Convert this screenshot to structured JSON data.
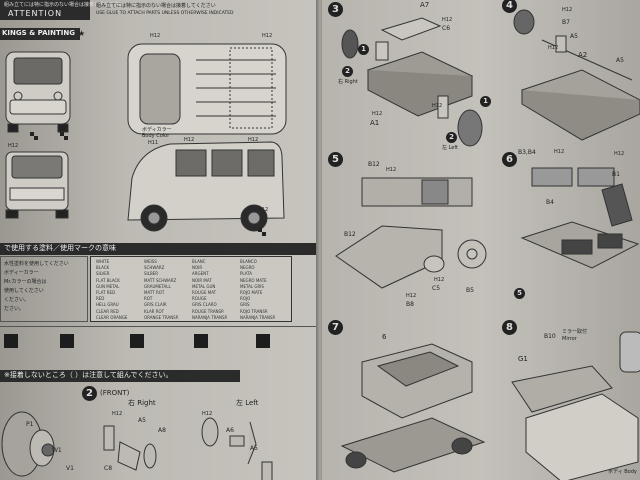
{
  "left_page": {
    "header": {
      "jp": "組み立てには特に指示のない場合は接着してください",
      "attention": "ATTENTION",
      "sub": "USE GLUE TO ATTACH PARTS UNLESS OTHERWISE INDICATED"
    },
    "marking_title": "KINGS & PAINTING",
    "body_color_label": "ボディカラー",
    "body_color_en": "Body Color",
    "body_color_code": "H11",
    "paint_codes": [
      "H12",
      "H12",
      "H12",
      "H12",
      "H12",
      "H12"
    ],
    "table_title": "で使用する塗料／使用マークの意味",
    "table_rows": [
      [
        "WHITE",
        "WEISS",
        "BLANC",
        "BLANCO"
      ],
      [
        "BLACK",
        "SCHWARZ",
        "NOIR",
        "NEGRO"
      ],
      [
        "SILVER",
        "SILBER",
        "ARGENT",
        "PLATA"
      ],
      [
        "FLAT BLACK",
        "MATT SCHWARZ",
        "NOIR MAT",
        "NEGRO MATE"
      ],
      [
        "GUN METAL",
        "GRAUMETALL",
        "METAL GUN",
        "METAL GRIS"
      ],
      [
        "FLAT RED",
        "MATT ROT",
        "ROUGE MAT",
        "ROJO MATE"
      ],
      [
        "RED",
        "ROT",
        "ROUGE",
        "ROJO"
      ],
      [
        "HELL GRAU",
        "GRIS CLAIR",
        "GRIS CLARO",
        "GRIS"
      ],
      [
        "CLEAR RED",
        "KLAR ROT",
        "ROUGE TRANSP.",
        "ROJO TRANSP."
      ],
      [
        "CLEAR ORANGE",
        "ORANGE TRANSP.",
        "NARANJA TRANSP.",
        "NARANJA TRANSP."
      ]
    ],
    "instructions": [
      "水性塗料を使用してください",
      "ボディーカラー",
      "Mr.カラーの場合は",
      "使用してください",
      "ください。",
      "ださい。"
    ],
    "step2_label": "(FRONT)",
    "step2_num": "2",
    "right_label": "右 Right",
    "left_label": "左 Left",
    "bottom_note": "※接着しないところ（ ）は注意して組んでください。",
    "parts": [
      "P1",
      "W1",
      "V1",
      "A5",
      "A8",
      "C8",
      "A6",
      "A5",
      "H12",
      "H12"
    ]
  },
  "right_page": {
    "steps": [
      "3",
      "4",
      "5",
      "6",
      "7",
      "8"
    ],
    "step3": {
      "parts": [
        "A7",
        "C6",
        "A1",
        "H12",
        "H12",
        "H12"
      ],
      "right_label": "右 Right",
      "left_label": "左 Left",
      "callouts": [
        "1",
        "1",
        "2",
        "2"
      ]
    },
    "step4": {
      "parts": [
        "B7",
        "A5",
        "A2",
        "A5",
        "H12",
        "H12"
      ]
    },
    "step5": {
      "parts": [
        "B12",
        "B12",
        "B8",
        "C5",
        "B5",
        "H12",
        "H12",
        "H12"
      ]
    },
    "step6": {
      "parts": [
        "B3,B4",
        "B1",
        "B4",
        "H12",
        "H12"
      ],
      "callout": "5"
    },
    "step7": {
      "parts": [
        "6"
      ]
    },
    "step8": {
      "parts": [
        "B10",
        "G1"
      ],
      "mirror_note": "ミラー取付",
      "mirror_en": "Mirror",
      "body_note": "ボディ Body"
    }
  }
}
